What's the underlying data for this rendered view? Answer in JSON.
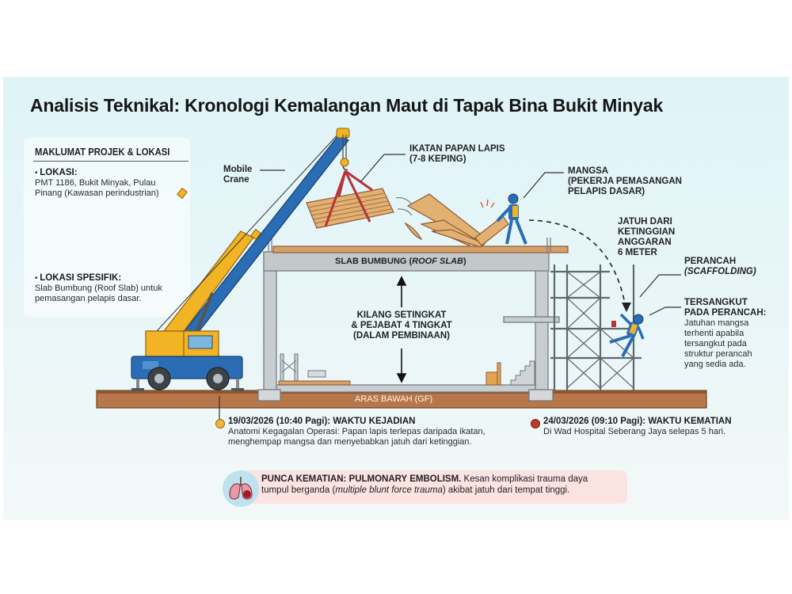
{
  "title": "Analisis Teknikal: Kronologi Kemalangan Maut di Tapak Bina Bukit Minyak",
  "info_panel": {
    "heading": "MAKLUMAT PROJEK & LOKASI",
    "items": [
      {
        "label": "LOKASI:",
        "lines": [
          "PMT 1186, Bukit Minyak, Pulau",
          "Pinang (Kawasan perindustrian)"
        ]
      },
      {
        "label": "LOKASI SPESIFIK:",
        "lines": [
          "Slab Bumbung (Roof Slab) untuk",
          "pemasangan pelapis dasar."
        ]
      }
    ]
  },
  "diagram": {
    "crane_label": [
      "Mobile",
      "Crane"
    ],
    "load_label": [
      "IKATAN PAPAN LAPIS",
      "(7-8 KEPING)"
    ],
    "victim_label": [
      "MANGSA",
      "(PEKERJA PEMASANGAN",
      "PELAPIS DASAR)"
    ],
    "fall_label": [
      "JATUH DARI",
      "KETINGGIAN",
      "ANGGARAN",
      "6 METER"
    ],
    "scaffold_label": [
      "PERANCAH",
      "(SCAFFOLDING)"
    ],
    "caught_label": {
      "heading": [
        "TERSANGKUT",
        "PADA PERANCAH:"
      ],
      "lines": [
        "Jatuhan mangsa",
        "terhenti apabila",
        "tersangkut pada",
        "struktur perancah",
        "yang sedia ada."
      ]
    },
    "roof_slab_label": "SLAB BUMBUNG (ROOF SLAB)",
    "roof_slab_prefix": "SLAB BUMBUNG (",
    "roof_slab_italic": "ROOF SLAB",
    "roof_slab_suffix": ")",
    "building_label": [
      "KILANG SETINGKAT",
      "& PEJABAT 4 TINGKAT",
      "(DALAM PEMBINAAN)"
    ],
    "ground_label": "ARAS BAWAH (GF)"
  },
  "timeline": [
    {
      "heading": "19/03/2026 (10:40 Pagi): WAKTU KEJADIAN",
      "lines": [
        "Anatomi Kegagalan Operasi: Papan lapis terlepas daripada ikatan,",
        "menghempap mangsa dan menyebabkan jatuh dari ketinggian."
      ],
      "color": "#f0b43c"
    },
    {
      "heading": "24/03/2026 (09:10 Pagi): WAKTU KEMATIAN",
      "lines": [
        "Di Wad Hospital Seberang Jaya selepas 5 hari."
      ],
      "color": "#c0392b"
    }
  ],
  "cause": {
    "icon": "lungs-icon",
    "bold": "PUNCA KEMATIAN: PULMONARY EMBOLISM.",
    "text1": " Kesan komplikasi trauma daya",
    "text2": "tumpul berganda (",
    "italic": "multiple blunt force trauma",
    "text3": ") akibat jatuh dari tempat tinggi."
  },
  "colors": {
    "crane_yellow": "#f2b424",
    "crane_blue": "#2a6db5",
    "ground": "#b7774a",
    "concrete": "#c8cdd0",
    "wood": "#e2b172",
    "strap": "#b8323a",
    "cause_bg": "#fbe3e2"
  }
}
